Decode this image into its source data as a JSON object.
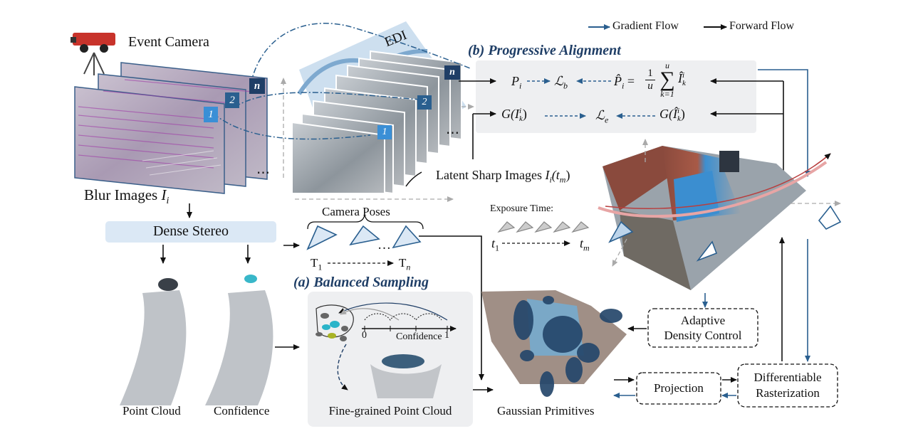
{
  "legend": {
    "gradient_flow": "Gradient Flow",
    "forward_flow": "Forward Flow"
  },
  "colors": {
    "gradient": "#2a5f8f",
    "forward": "#111111",
    "panel_bg": "#eeeff1",
    "stereo_bg": "#dbe8f5",
    "title": "#1f3e66",
    "frame_label_bg": "#3a8fd6",
    "frame_label_dark": "#1f3e66"
  },
  "event_camera": {
    "label": "Event Camera"
  },
  "blur_images": {
    "label": "Blur Images ",
    "math": "I",
    "sub": "i",
    "frame_labels": [
      "1",
      "2",
      "n"
    ],
    "ellipsis": "⋯"
  },
  "edi": {
    "label": "EDI",
    "frame_labels": [
      "1",
      "2",
      "n"
    ],
    "ellipsis": "⋯"
  },
  "latent": {
    "label": "Latent Sharp Images ",
    "math": "I",
    "sub": "i",
    "arg": "(t",
    "arg_sub": "m",
    "close": ")"
  },
  "progressive_alignment": {
    "title": "(b) Progressive Alignment",
    "p_i": "P",
    "p_i_sub": "i",
    "loss_b": "ℒ",
    "loss_b_sub": "b",
    "phat": "P̂",
    "phat_sub": "i",
    "eq": "=",
    "frac_num": "1",
    "frac_den": "u",
    "sum": "∑",
    "sum_top": "u",
    "sum_bottom": "k=1",
    "ihat": "Î",
    "ihat_sup": "i",
    "ihat_sub": "k",
    "g_left": "G(I",
    "g_left_sup": "i",
    "g_left_sub": "k",
    "g_close": ")",
    "loss_e": "ℒ",
    "loss_e_sub": "e",
    "g_right": "G(Î",
    "g_right_sup": "i",
    "g_right_sub": "k"
  },
  "dense_stereo": {
    "label": "Dense Stereo"
  },
  "camera_poses": {
    "label": "Camera Poses",
    "t1": "T",
    "t1_sub": "1",
    "tn": "T",
    "tn_sub": "n",
    "ellipsis": "…"
  },
  "exposure": {
    "label": "Exposure Time:",
    "t1": "t",
    "t1_sub": "1",
    "tm": "t",
    "tm_sub": "m"
  },
  "balanced_sampling": {
    "title": "(a) Balanced Sampling",
    "axis_start": "0",
    "axis_end": "1",
    "axis_label": "Confidence",
    "bottom_label": "Fine-grained Point Cloud"
  },
  "point_cloud": {
    "label": "Point Cloud"
  },
  "confidence": {
    "label": "Confidence"
  },
  "gaussian": {
    "label": "Gaussian Primitives"
  },
  "adaptive": {
    "line1": "Adaptive",
    "line2": "Density Control"
  },
  "projection": {
    "label": "Projection"
  },
  "rasterization": {
    "line1": "Differentiable",
    "line2": "Rasterization"
  }
}
